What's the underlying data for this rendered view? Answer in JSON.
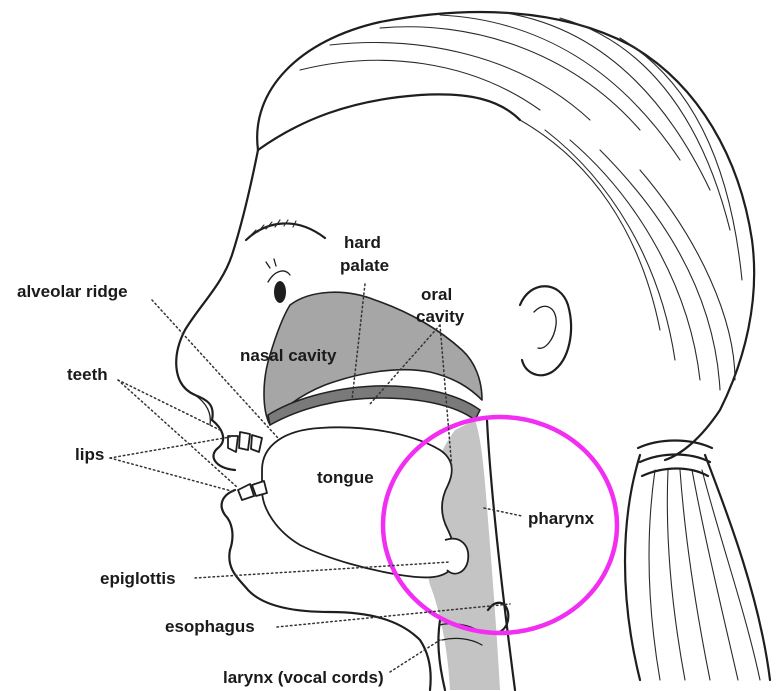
{
  "labels": {
    "hard_palate_line1": "hard",
    "hard_palate_line2": "palate",
    "oral_cavity_line1": "oral",
    "oral_cavity_line2": "cavity",
    "alveolar_ridge": "alveolar ridge",
    "nasal_cavity": "nasal cavity",
    "teeth": "teeth",
    "lips": "lips",
    "tongue": "tongue",
    "pharynx": "pharynx",
    "epiglottis": "epiglottis",
    "esophagus": "esophagus",
    "larynx": "larynx (vocal cords)"
  },
  "colors": {
    "highlight_ring": "#f22ef2",
    "tissue_gray": "#a6a6a6",
    "line": "#1e1e1e"
  }
}
